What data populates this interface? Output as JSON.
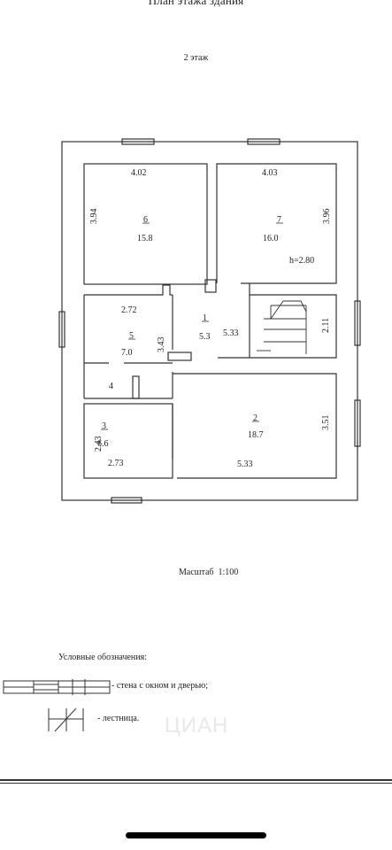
{
  "header": {
    "title": "План этажа здания",
    "floor_label": "2 этаж"
  },
  "rooms": [
    {
      "number": "6",
      "area": "15.8",
      "width": "4.02",
      "height": "3.94"
    },
    {
      "number": "7",
      "area": "16.0",
      "width": "4.03",
      "height": "3.96",
      "ceiling": "h=2.80"
    },
    {
      "number": "1",
      "area": "5.3"
    },
    {
      "number": "5",
      "area": "7.0",
      "width": "2.72",
      "height": "3.43"
    },
    {
      "number": "4"
    },
    {
      "number": "3",
      "area": "6.6",
      "width": "2.73",
      "height": "2.43"
    },
    {
      "number": "2",
      "area": "18.7",
      "width": "5.33",
      "height": "3.51"
    }
  ],
  "stair": {
    "width": "5.33",
    "height": "2.11"
  },
  "scale": {
    "label": "Масштаб",
    "value": "1:100"
  },
  "legend": {
    "title": "Условные обозначения:",
    "items": [
      {
        "label": "- стена с окном и дверью;"
      },
      {
        "label": "- лестница."
      }
    ]
  },
  "watermark": "ЦИАН"
}
